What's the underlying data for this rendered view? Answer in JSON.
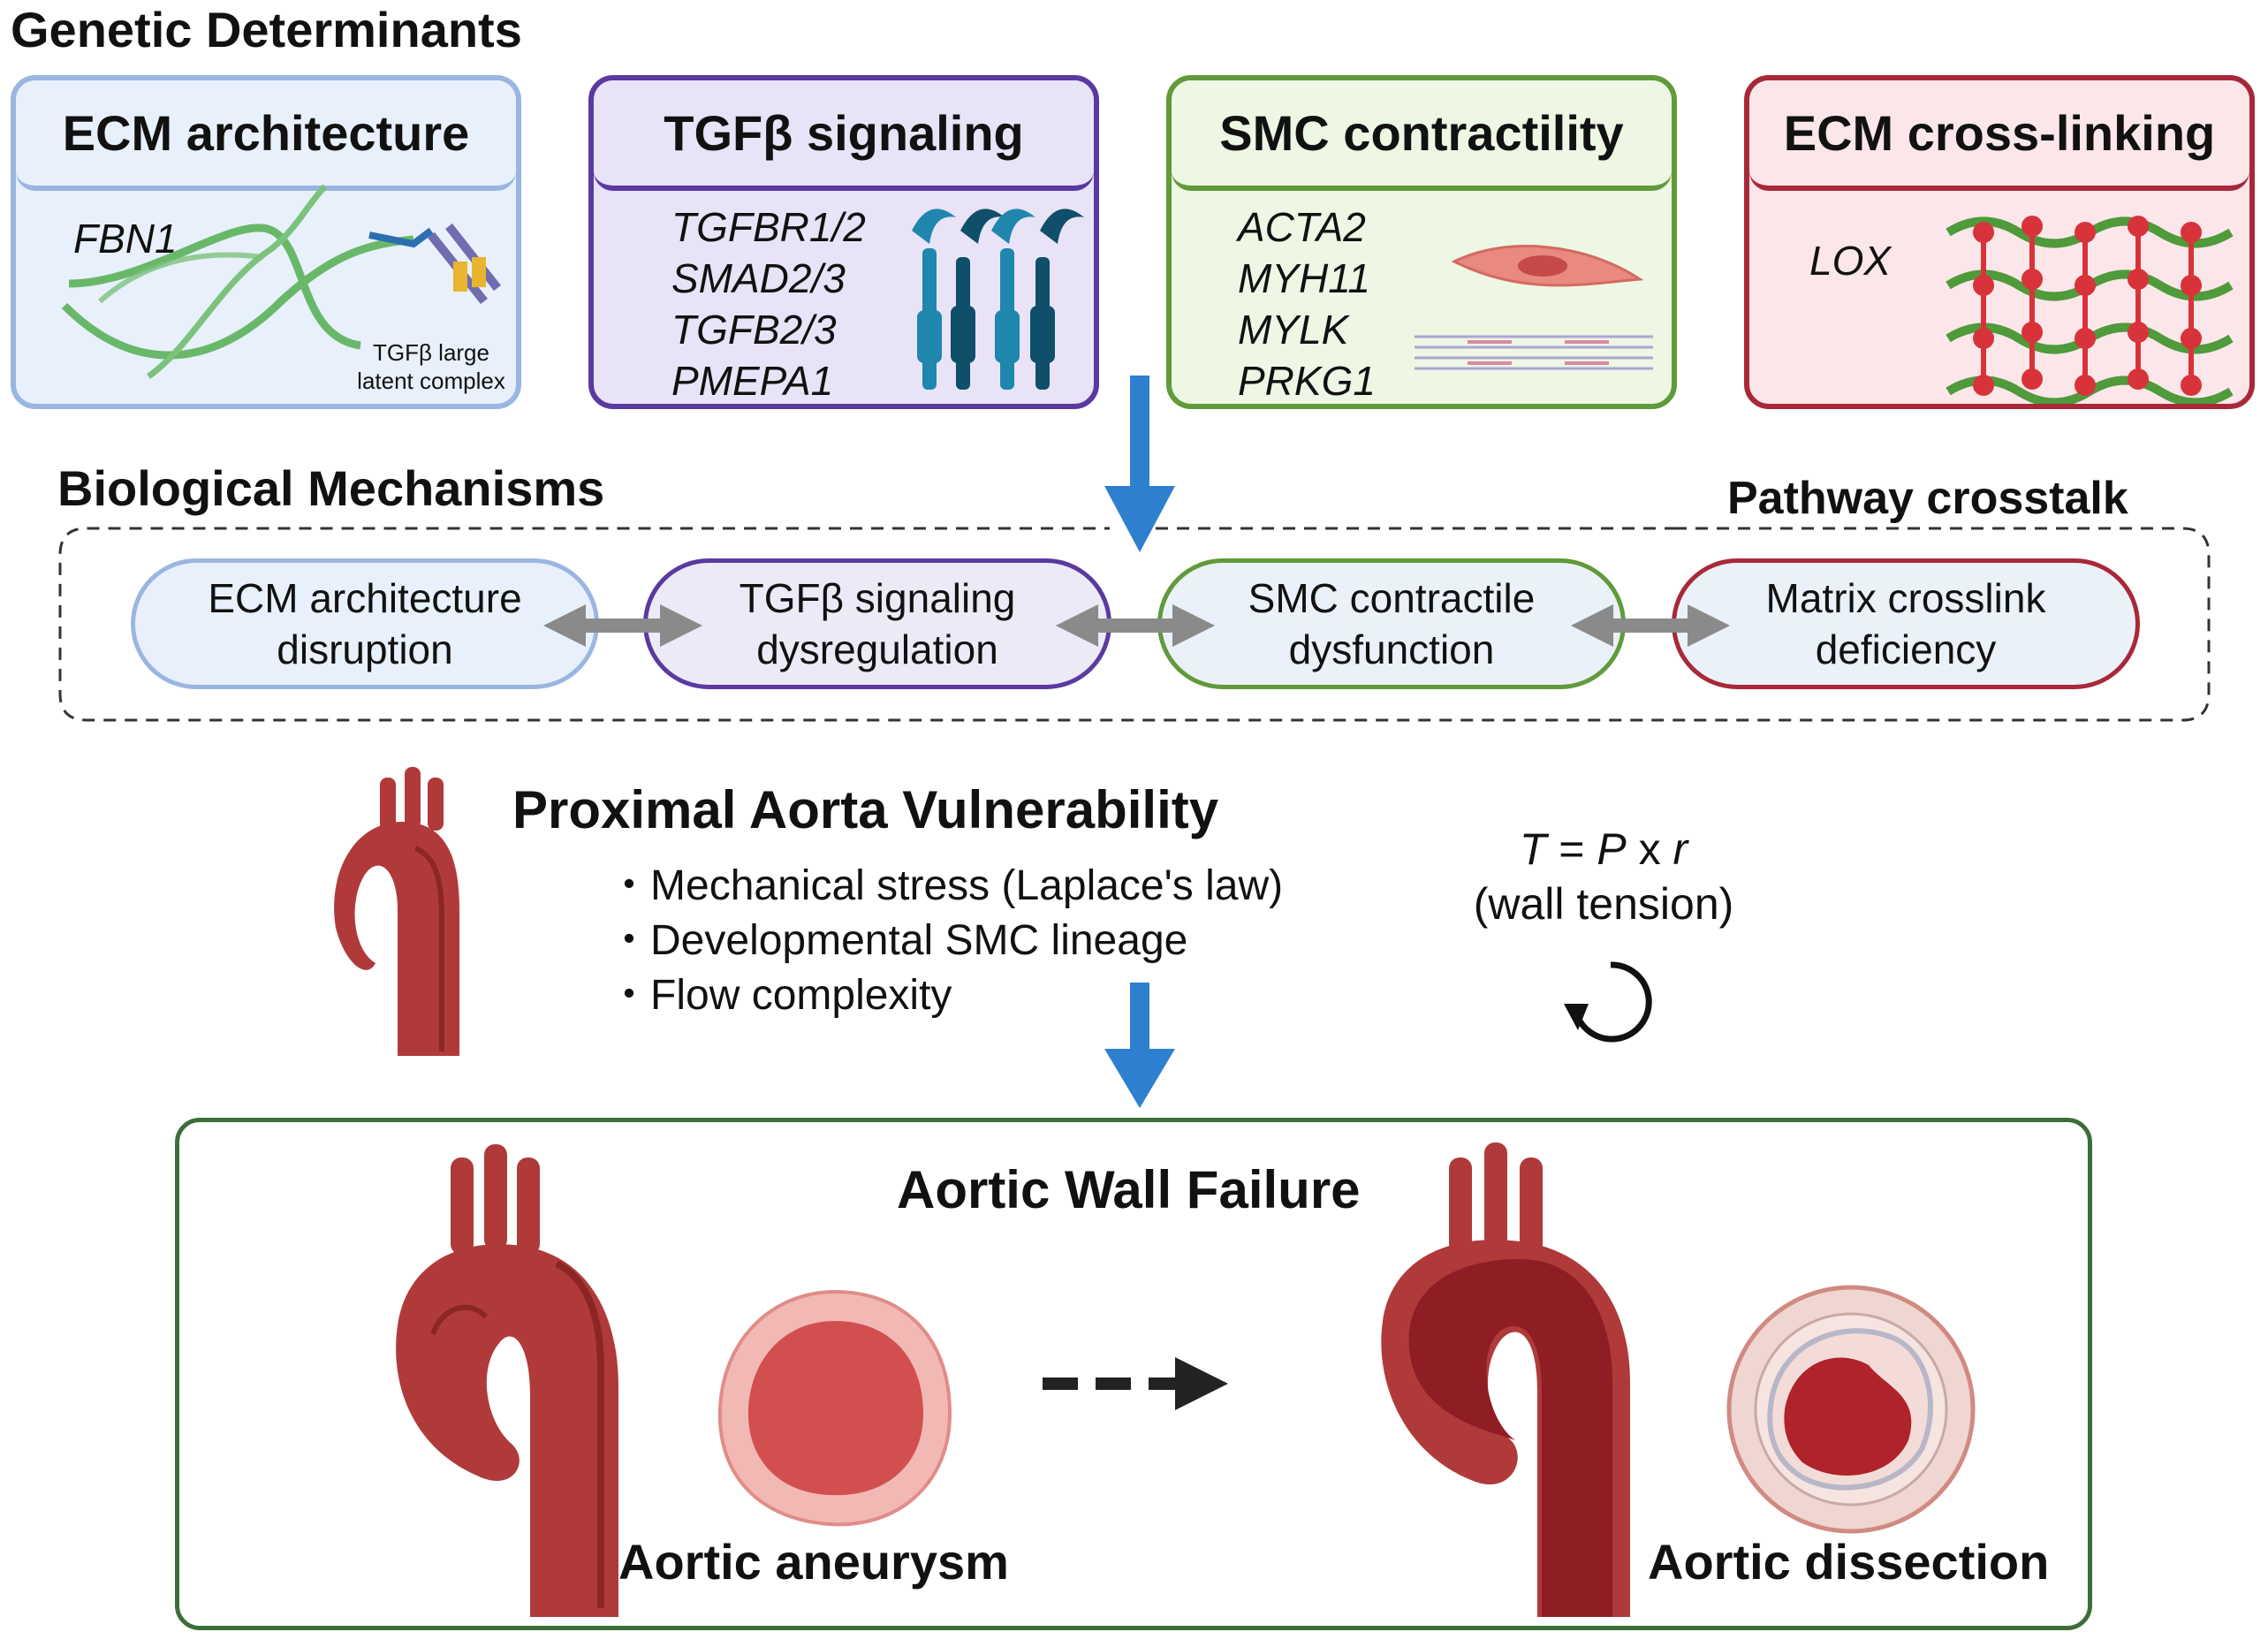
{
  "genetic": {
    "title": "Genetic Determinants",
    "cards": [
      {
        "title": "ECM architecture",
        "genes": [
          "FBN1"
        ],
        "annotation": [
          "TGFβ large",
          "latent complex"
        ],
        "color": "#9ab6e0",
        "fill": "#e8f0fb"
      },
      {
        "title": "TGFβ signaling",
        "genes": [
          "TGFBR1/2",
          "SMAD2/3",
          "TGFB2/3",
          "PMEPA1"
        ],
        "color": "#5a3aa0",
        "fill": "#e9e3f7"
      },
      {
        "title": "SMC contractility",
        "genes": [
          "ACTA2",
          "MYH11",
          "MYLK",
          "PRKG1"
        ],
        "color": "#5f9b3a",
        "fill": "#eef6e4"
      },
      {
        "title": "ECM cross-linking",
        "genes": [
          "LOX"
        ],
        "color": "#a8283a",
        "fill": "#fbe6ea"
      }
    ]
  },
  "mechanisms": {
    "title": "Biological Mechanisms",
    "crosstalk": "Pathway crosstalk",
    "items": [
      {
        "line1": "ECM architecture",
        "line2": "disruption",
        "color": "#9ab6e0",
        "fill": "#e8f0fb"
      },
      {
        "line1": "TGFβ signaling",
        "line2": "dysregulation",
        "color": "#5a3aa0",
        "fill": "#eceaf6"
      },
      {
        "line1": "SMC contractile",
        "line2": "dysfunction",
        "color": "#5f9b3a",
        "fill": "#eaf1f8"
      },
      {
        "line1": "Matrix crosslink",
        "line2": "deficiency",
        "color": "#a8283a",
        "fill": "#eaf1f8"
      }
    ]
  },
  "vulnerability": {
    "title": "Proximal Aorta Vulnerability",
    "bullets": [
      "Mechanical stress (Laplace's law)",
      "Developmental SMC lineage",
      "Flow complexity"
    ],
    "bullet_mark": "・",
    "law_T": "T",
    "law_eq": " = ",
    "law_P": "P",
    "law_x": " x ",
    "law_r": "r",
    "law_caption": "(wall tension)"
  },
  "failure": {
    "title": "Aortic Wall Failure",
    "aneurysm": "Aortic aneurysm",
    "dissection": "Aortic dissection"
  },
  "colors": {
    "arrow_blue": "#2f7fd0",
    "crosstalk_arrow": "#8a8a8a",
    "panel_green": "#3b6e38",
    "aorta": "#b03a3a"
  }
}
